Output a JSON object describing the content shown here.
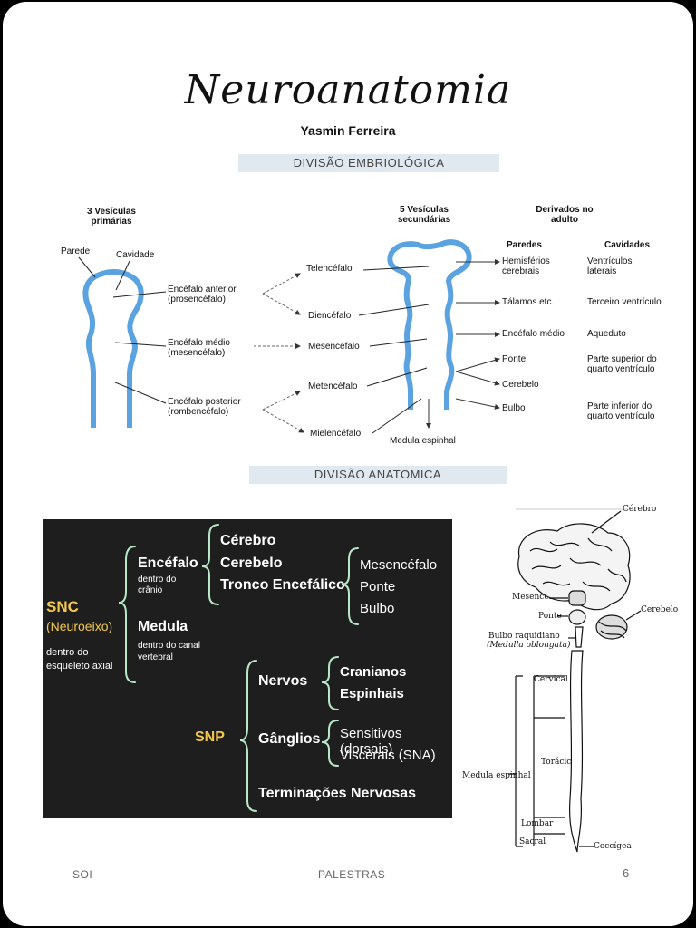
{
  "title": "Neuroanatomia",
  "author": "Yasmin Ferreira",
  "sections": {
    "embryological": "DIVISÃO EMBRIOLÓGICA",
    "anatomical": "DIVISÃO ANATOMICA"
  },
  "embryo": {
    "primary_header": "3 Vesículas primárias",
    "secondary_header": "5 Vesículas secundárias",
    "derived_header": "Derivados no adulto",
    "wall_label": "Parede",
    "cavity_label": "Cavidade",
    "primary": [
      "Encéfalo anterior (prosencéfalo)",
      "Encéfalo médio (mesencéfalo)",
      "Encéfalo posterior (rombencéfalo)"
    ],
    "secondary": [
      "Telencéfalo",
      "Diencéfalo",
      "Mesencéfalo",
      "Metencéfalo",
      "Mielencéfalo"
    ],
    "spinal": "Medula espinhal",
    "col_walls": "Paredes",
    "col_cavities": "Cavidades",
    "walls": [
      "Hemisférios cerebrais",
      "Tálamos etc.",
      "Encéfalo médio",
      "Ponte",
      "Cerebelo",
      "Bulbo"
    ],
    "cavities": [
      "Ventrículos laterais",
      "Terceiro ventrículo",
      "Aqueduto",
      "Parte superior do quarto ventrículo",
      "Parte inferior do quarto ventrículo"
    ]
  },
  "anatomy": {
    "snc": "SNC",
    "snc_sub": "(Neuroeixo)",
    "snc_desc": "dentro do esqueleto axial",
    "encefalo": "Encéfalo",
    "encefalo_desc": "dentro do crânio",
    "medula": "Medula",
    "medula_desc": "dentro do canal vertebral",
    "encefalo_parts": [
      "Cérebro",
      "Cerebelo",
      "Tronco Encefálico"
    ],
    "tronco_parts": [
      "Mesencéfalo",
      "Ponte",
      "Bulbo"
    ],
    "snp": "SNP",
    "nervos": "Nervos",
    "nervos_parts": [
      "Cranianos",
      "Espinhais"
    ],
    "ganglios": "Gânglios",
    "ganglios_parts": [
      "Sensitivos (dorsais)",
      "Viscerais (SNA)"
    ],
    "terminacoes": "Terminações Nervosas"
  },
  "brain_fig": {
    "cerebro": "Cérebro",
    "mesencefalo": "Mesencéfalo",
    "ponte": "Ponte",
    "cerebelo": "Cerebelo",
    "bulbo": "Bulbo raquidiano",
    "bulbo_latin": "(Medulla oblongata)",
    "cervical": "Cervical",
    "toracica": "Torácica",
    "medula": "Medula espinhal",
    "lombar": "Lombar",
    "sacral": "Sacral",
    "coccigea": "Coccígea"
  },
  "footer": {
    "left": "SOI",
    "center": "PALESTRAS",
    "page": "6"
  },
  "colors": {
    "banner": "#dfe9ef",
    "vesicle": "#5aa3e0",
    "brace": "#b8e8c8",
    "snc_yellow": "#f2c94c"
  }
}
